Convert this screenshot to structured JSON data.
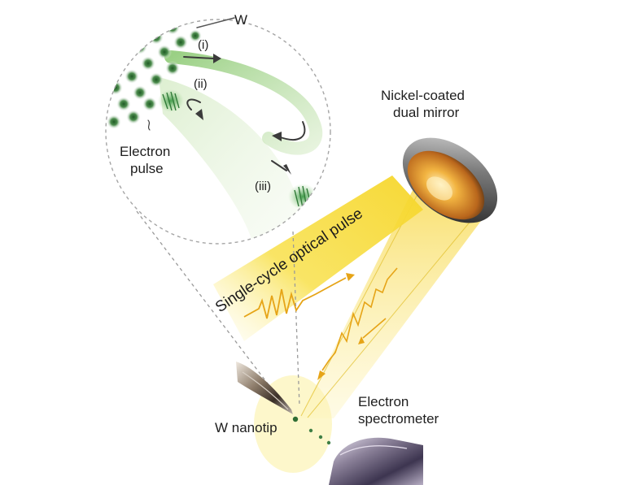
{
  "labels": {
    "metal": "W",
    "step_i": "(i)",
    "step_ii": "(ii)",
    "step_iii": "(iii)",
    "electron_pulse_line1": "Electron",
    "electron_pulse_line2": "pulse",
    "mirror_line1": "Nickel-coated",
    "mirror_line2": "dual mirror",
    "optical_pulse": "Single-cycle optical pulse",
    "nanotip": "W nanotip",
    "spectrometer_line1": "Electron",
    "spectrometer_line2": "spectrometer"
  },
  "colors": {
    "beam_yellow": "#f7d92a",
    "beam_light": "#fbf2a8",
    "trajectory_green": "#b9dda0",
    "lattice_green": "#2f6e34",
    "mirror_gold": "#f2b441",
    "arrow_gray": "#3b3b3b"
  },
  "icons": {
    "tip": "metal-nanotip-icon",
    "mirror": "dual-mirror-icon",
    "spectrometer": "spectrometer-nozzle-icon"
  }
}
